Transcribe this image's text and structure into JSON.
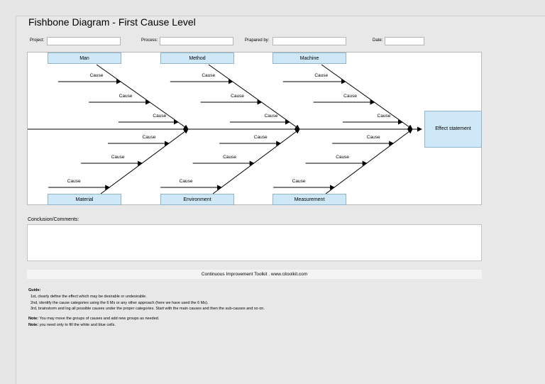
{
  "title": "Fishbone Diagram - First Cause Level",
  "fields": [
    {
      "label": "Project:",
      "value": ""
    },
    {
      "label": "Process:",
      "value": ""
    },
    {
      "label": "Prapared by:",
      "value": ""
    },
    {
      "label": "Date:",
      "value": ""
    }
  ],
  "categories": {
    "top": [
      "Man",
      "Method",
      "Machine"
    ],
    "bottom": [
      "Material",
      "Environment",
      "Measurement"
    ]
  },
  "cause_label": "Cause",
  "effect": "Effect statement",
  "conclusion_label": "Conclusion/Comments:",
  "conclusion_value": "",
  "footer": "Continuous Improvement Toolkit . www.citoolkit.com",
  "guide": {
    "heading": "Guide:",
    "lines": [
      "1st, clearly define the effect which may be desirable or undesirable.",
      "2nd, identify the cause categories using the 6 Ms or any other approach (here we have used the 6 Ms).",
      "3rd, brainstorm and log all possible causes under the proper categories. Start with the main causes and then the sub-causes and so on."
    ],
    "notes": [
      {
        "label": "Note:",
        "text": " You may move the groups of causes and add new groups as needed."
      },
      {
        "label": "Note:",
        "text": " you need only to fill the white and blue cells."
      }
    ]
  },
  "colors": {
    "category_fill": "#cfe8f8",
    "background": "#e8e8e8"
  }
}
